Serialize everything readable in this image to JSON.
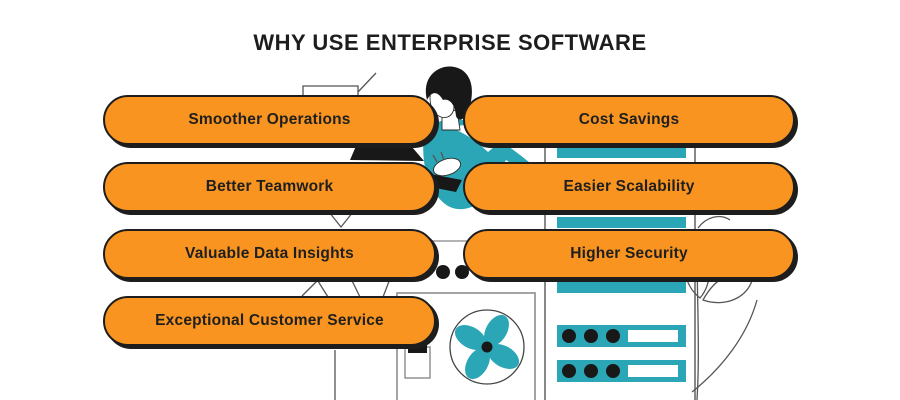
{
  "title": "WHY USE ENTERPRISE SOFTWARE",
  "benefits": {
    "left": [
      "Smoother Operations",
      "Better Teamwork",
      "Valuable Data Insights",
      "Exceptional Customer Service"
    ],
    "right": [
      "Cost Savings",
      "Easier Scalability",
      "Higher Security"
    ]
  },
  "colors": {
    "pill_orange": "#F8941F",
    "outline_ink": "#1D1D1D",
    "illustration_teal": "#2BA6B6",
    "line_gray": "#8A8A8A"
  },
  "icons": [
    "desk-lamp-icon",
    "person-illustration",
    "laptop-icon",
    "office-chair-icon",
    "cooling-fan-icon",
    "power-unit-icon",
    "server-cabinet",
    "server-rack-icon",
    "plant-icon"
  ]
}
